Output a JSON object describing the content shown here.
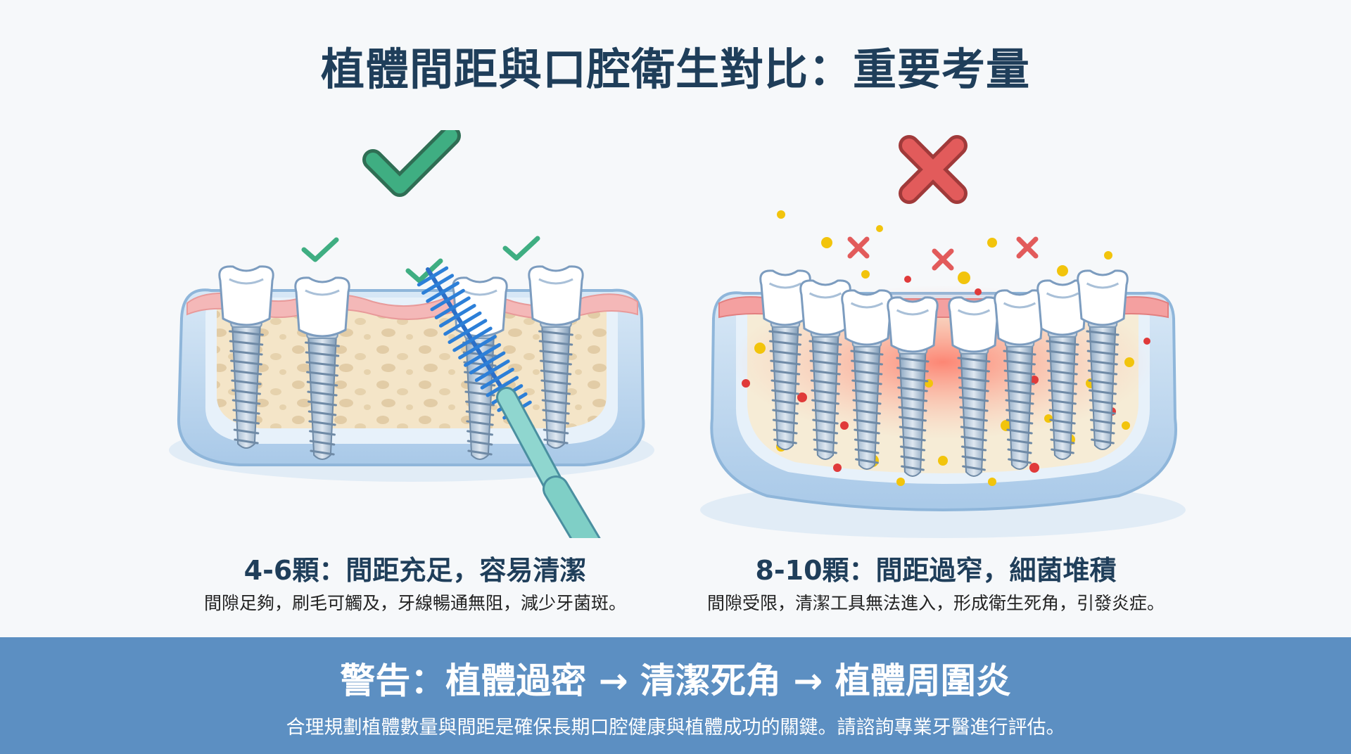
{
  "title": "植體間距與口腔衛生對比：重要考量",
  "left_panel": {
    "heading": "4-6顆：間距充足，容易清潔",
    "description": "間隙足夠，刷毛可觸及，牙線暢通無阻，減少牙菌斑。",
    "status_icon": "check-icon",
    "implant_count": 4
  },
  "right_panel": {
    "heading": "8-10顆：間距過窄，細菌堆積",
    "description": "間隙受限，清潔工具無法進入，形成衛生死角，引發炎症。",
    "status_icon": "cross-icon",
    "implant_count": 8
  },
  "warning": {
    "title": "警告：植體過密 → 清潔死角 → 植體周圍炎",
    "description": "合理規劃植體數量與間距是確保長期口腔健康與植體成功的關鍵。請諮詢專業牙醫進行評估。"
  },
  "colors": {
    "title": "#1f3e5a",
    "check": "#3fae82",
    "cross": "#e25b5b",
    "band": "#5c8fc2",
    "gum": "#f4b8b8",
    "bone": "#f4e5c8",
    "jaw": "#bcd6ee",
    "bacteria_yellow": "#f2c40c",
    "bacteria_red": "#e03a3a"
  }
}
